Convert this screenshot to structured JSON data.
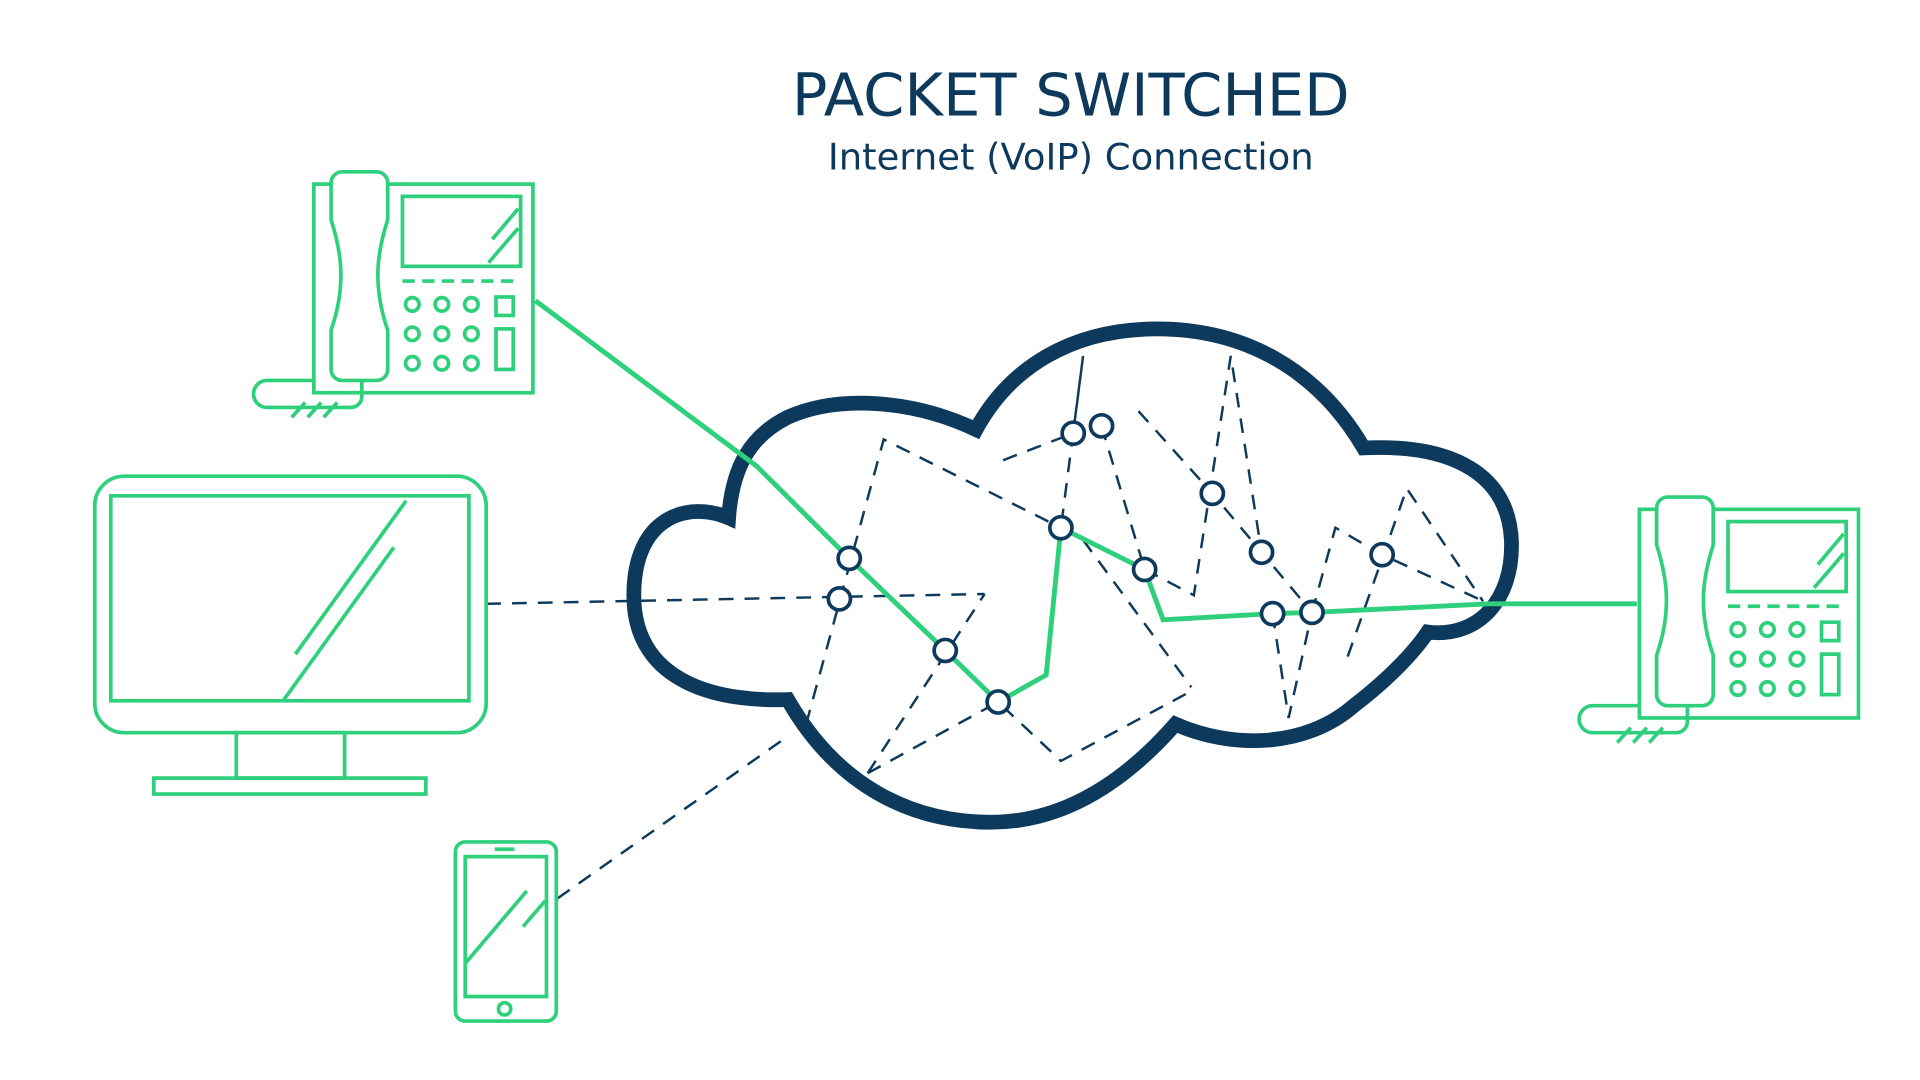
{
  "header": {
    "title": "PACKET SWITCHED",
    "subtitle": "Internet (VoIP) Connection"
  },
  "colors": {
    "network": "#0d3a5c",
    "device": "#2fd07c",
    "background": "#ffffff"
  },
  "devices": [
    {
      "name": "desk-phone-left",
      "icon": "desk-phone-icon"
    },
    {
      "name": "desktop-monitor",
      "icon": "monitor-icon"
    },
    {
      "name": "mobile-phone",
      "icon": "smartphone-icon"
    },
    {
      "name": "desk-phone-right",
      "icon": "desk-phone-icon"
    }
  ],
  "network": {
    "icon": "cloud-icon"
  }
}
